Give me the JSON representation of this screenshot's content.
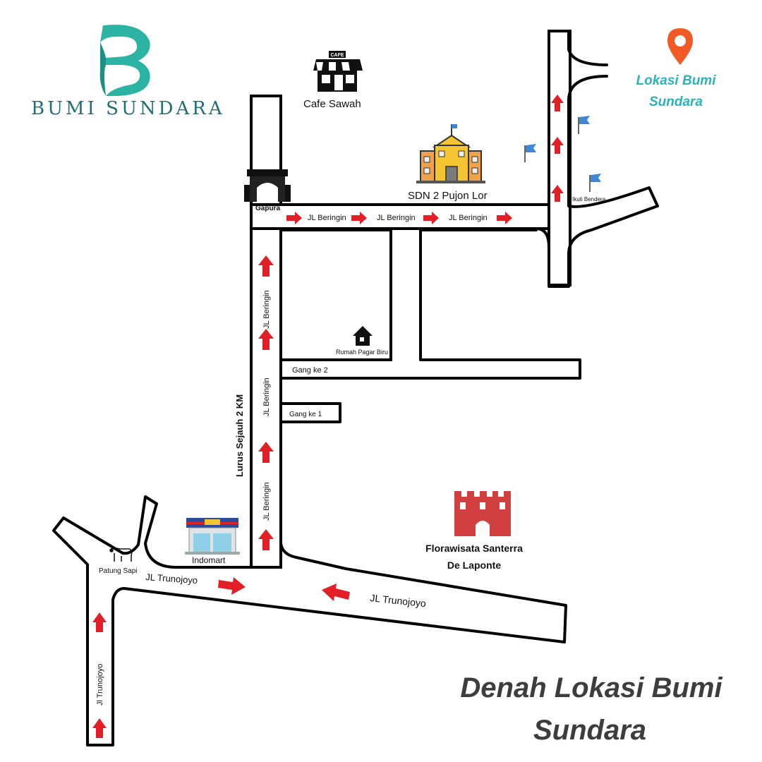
{
  "brand": {
    "name": "BUMI SUNDARA",
    "logo_color": "#2bb3a4",
    "text_color": "#1f6f73"
  },
  "destination": {
    "label_line1": "Lokasi Bumi",
    "label_line2": "Sundara",
    "color": "#2bb3b9",
    "pin_color": "#f15a24",
    "icon": "location-pin-icon"
  },
  "title": {
    "line1": "Denah Lokasi Bumi",
    "line2": "Sundara"
  },
  "landmarks": {
    "cafe_sign": "CAFE",
    "cafe": "Cafe Sawah",
    "school": "SDN 2 Pujon Lor",
    "gate": "Gapura",
    "house": "Rumah Pagar Biru",
    "flags": "Ikuti Bendera",
    "indomart": "Indomart",
    "cow": "Patung Sapi",
    "castle_line1": "Florawisata Santerra",
    "castle_line2": "De Laponte"
  },
  "streets": {
    "beringin_h": [
      "JL Beringin",
      "JL Beringin",
      "JL Beringin"
    ],
    "beringin_v": [
      "JL Beringin",
      "JL Beringin",
      "JL Beringin"
    ],
    "gang2": "Gang ke 2",
    "gang1": "Gang ke 1",
    "trunojoyo_left": "JL Trunojoyo",
    "trunojoyo_right": "JL Trunojoyo",
    "trunojoyo_v": "Jl Trunojoyo",
    "straight_note": "Lurus Sejauh 2 KM"
  },
  "colors": {
    "arrow": "#e21f26",
    "school": "#f5c531",
    "castle": "#d1403f",
    "flag": "#3c87d6"
  }
}
